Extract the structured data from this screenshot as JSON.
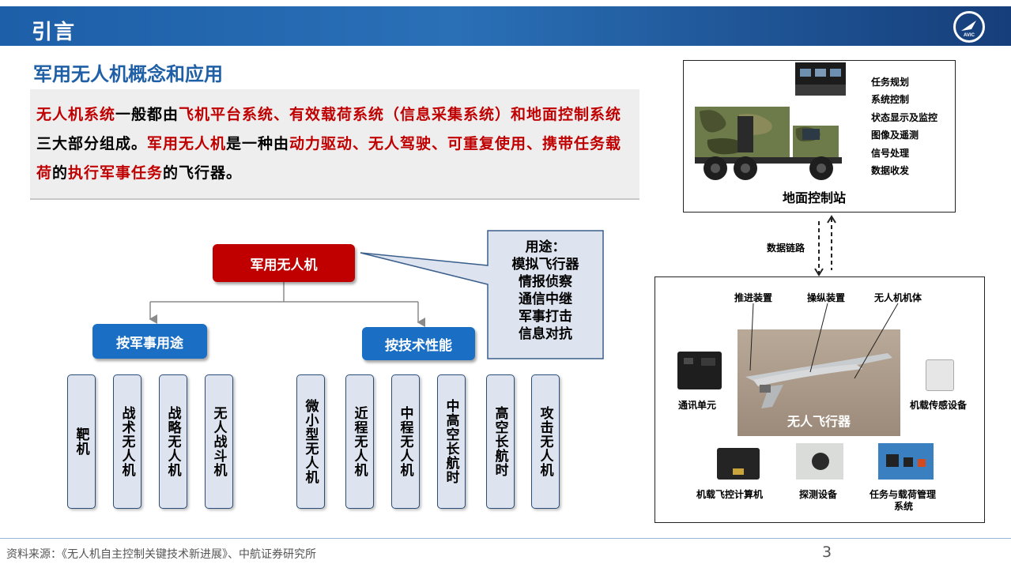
{
  "header": {
    "title": "引言"
  },
  "section_title": "军用无人机概念和应用",
  "intro": {
    "t1": "无人机系统",
    "t2": "一般都由",
    "t3": "飞机平台系统、有效载荷系统（信息采集系统）和地面控制系统",
    "t4": "三大部分组成。",
    "t5": "军用无人机",
    "t6": "是一种由",
    "t7": "动力驱动、无人驾驶、可重复使用、携带任务载荷",
    "t8": "的",
    "t9": "执行军事任务",
    "t10": "的飞行器。"
  },
  "tree": {
    "root": "军用无人机",
    "military": "按军事用途",
    "technical": "按技术性能",
    "military_items": [
      "靶机",
      "战术无人机",
      "战略无人机",
      "无人战斗机"
    ],
    "technical_items": [
      "微小型无人机",
      "近程无人机",
      "中程无人机",
      "中高空长航时",
      "高空长航时",
      "攻击无人机"
    ]
  },
  "callout": {
    "title": "用途：",
    "items": [
      "模拟飞行器",
      "情报侦察",
      "通信中继",
      "军事打击",
      "信息对抗"
    ]
  },
  "ground_station": {
    "caption": "地面控制站",
    "functions": [
      "任务规划",
      "系统控制",
      "状态显示及监控",
      "图像及遥测",
      "信号处理",
      "数据收发"
    ]
  },
  "data_link": "数据链路",
  "aircraft": {
    "top_labels": [
      "推进装置",
      "操纵装置",
      "无人机机体"
    ],
    "center_caption": "无人飞行器",
    "comm_unit": "通讯单元",
    "sensor": "机载传感设备",
    "flight_computer": "机载飞控计算机",
    "detection": "探测设备",
    "mission_mgmt_1": "任务与载荷管理",
    "mission_mgmt_2": "系统"
  },
  "footer": {
    "source": "资料来源：《无人机自主控制关键技术新进展》、中航证券研究所",
    "page": "3"
  }
}
